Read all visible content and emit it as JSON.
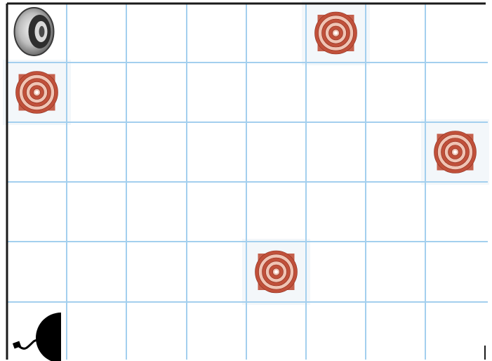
{
  "board": {
    "columns": 8,
    "rows": 6,
    "grid_line_color": "#a3cfee",
    "border_color": "#1a1a1a",
    "background": "#ffffff"
  },
  "pieces": [
    {
      "kind": "robot-vacuum",
      "icon": "robot-vacuum-icon",
      "col": 0,
      "row": 0
    },
    {
      "kind": "dirt-spot",
      "icon": "dirt-spot-icon",
      "col": 5,
      "row": 0
    },
    {
      "kind": "dirt-spot",
      "icon": "dirt-spot-icon",
      "col": 0,
      "row": 1
    },
    {
      "kind": "dirt-spot",
      "icon": "dirt-spot-icon",
      "col": 7,
      "row": 2
    },
    {
      "kind": "dirt-spot",
      "icon": "dirt-spot-icon",
      "col": 4,
      "row": 4
    },
    {
      "kind": "charging-dock",
      "icon": "charging-dock-icon",
      "col": 0,
      "row": 5
    }
  ],
  "colors": {
    "dirt_ring": "#c0503a",
    "dirt_ring_light": "#f0c4b4",
    "robot_body": "#8e8e8e",
    "dock": "#000000"
  }
}
